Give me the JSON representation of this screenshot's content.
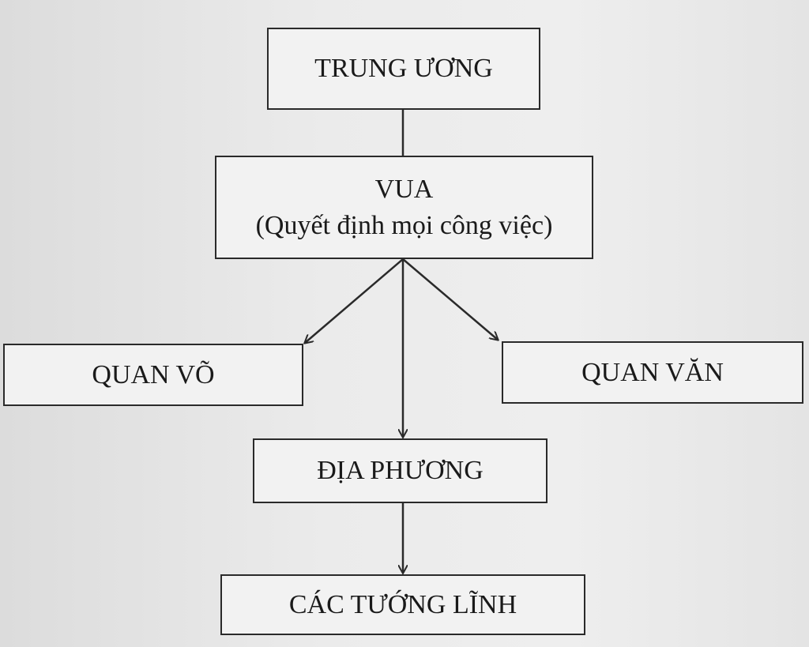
{
  "diagram": {
    "nodes": {
      "central": "TRUNG ƯƠNG",
      "king": "VUA",
      "king_note": "(Quyết định mọi công việc)",
      "military": "QUAN VÕ",
      "civil": "QUAN VĂN",
      "local": "ĐỊA PHƯƠNG",
      "generals": "CÁC TƯỚNG LĨNH"
    },
    "edges": [
      [
        "central",
        "king"
      ],
      [
        "king",
        "military"
      ],
      [
        "king",
        "civil"
      ],
      [
        "king",
        "local"
      ],
      [
        "local",
        "generals"
      ]
    ]
  }
}
